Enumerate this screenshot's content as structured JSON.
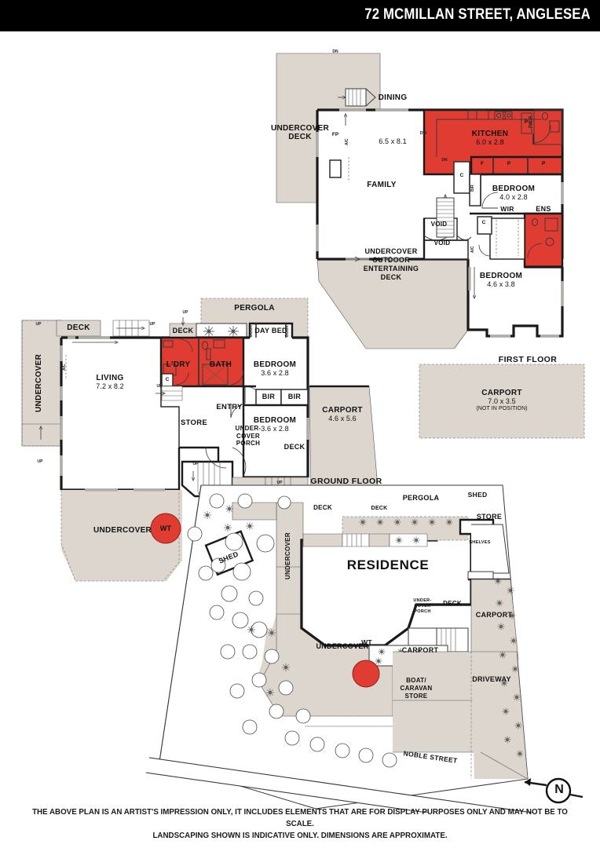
{
  "header": {
    "title": "72 MCMILLAN STREET, ANGLESEA"
  },
  "footer": {
    "line1": "THE ABOVE PLAN IS AN ARTIST'S IMPRESSION ONLY, IT INCLUDES ELEMENTS THAT ARE FOR DISPLAY PURPOSES ONLY AND MAY NOT BE TO SCALE.",
    "line2": "LANDSCAPING SHOWN IS INDICATIVE ONLY. DIMENSIONS ARE APPROXIMATE."
  },
  "colors": {
    "wet_area_red": "#E03C31",
    "outdoor_fill": "#DDD6CF",
    "wall_black": "#1a1a1a",
    "wall_grey": "#b6b3ae",
    "interior_white": "#ffffff",
    "header_black": "#000000"
  },
  "plans": {
    "first_floor": {
      "name": "FIRST FLOOR",
      "rooms": [
        {
          "name": "UNDERCOVER DECK",
          "line1": "UNDERCOVER",
          "line2": "DECK",
          "dim": ""
        },
        {
          "name": "DINING",
          "line1": "DINING",
          "line2": "",
          "dim": "6.5 x 8.1"
        },
        {
          "name": "FAMILY",
          "line1": "FAMILY",
          "line2": "",
          "dim": ""
        },
        {
          "name": "KITCHEN",
          "line1": "KITCHEN",
          "line2": "",
          "dim": "6.0 x 2.8"
        },
        {
          "name": "BEDROOM",
          "line1": "BEDROOM",
          "line2": "",
          "dim": "4.0 x 2.8"
        },
        {
          "name": "BEDROOM",
          "line1": "BEDROOM",
          "line2": "",
          "dim": "4.6 x 3.8"
        },
        {
          "name": "ENS",
          "line1": "ENS",
          "line2": "",
          "dim": ""
        },
        {
          "name": "WIR",
          "line1": "WIR",
          "line2": "",
          "dim": ""
        },
        {
          "name": "UNDERCOVER OUTDOOR ENTERTAINING DECK",
          "line1": "UNDERCOVER\nOUTDOOR\nENTERTAINING\nDECK",
          "line2": "",
          "dim": ""
        }
      ],
      "annotations": [
        "DN",
        "FP",
        "A/C",
        "DW",
        "P",
        "PWDR",
        "F",
        "P",
        "P",
        "C",
        "BIR",
        "C",
        "VOID",
        "VOID",
        "DN",
        "A/C"
      ]
    },
    "ground_floor": {
      "name": "GROUND FLOOR",
      "rooms": [
        {
          "name": "UNDERCOVER",
          "line1": "UNDERCOVER",
          "line2": "",
          "dim": ""
        },
        {
          "name": "DECK",
          "line1": "DECK",
          "line2": "",
          "dim": ""
        },
        {
          "name": "PERGOLA",
          "line1": "PERGOLA",
          "line2": "",
          "dim": ""
        },
        {
          "name": "DECK",
          "line1": "DECK",
          "line2": "",
          "dim": ""
        },
        {
          "name": "DAY BED",
          "line1": "DAY BED",
          "line2": "",
          "dim": ""
        },
        {
          "name": "L'DRY",
          "line1": "L'DRY",
          "line2": "",
          "dim": ""
        },
        {
          "name": "BATH",
          "line1": "BATH",
          "line2": "",
          "dim": ""
        },
        {
          "name": "BEDROOM",
          "line1": "BEDROOM",
          "line2": "",
          "dim": "3.6 x 2.8"
        },
        {
          "name": "BEDROOM",
          "line1": "BEDROOM",
          "line2": "",
          "dim": "3.6 x 2.8"
        },
        {
          "name": "LIVING",
          "line1": "LIVING",
          "line2": "",
          "dim": "7.2 x 8.2"
        },
        {
          "name": "STORE",
          "line1": "STORE",
          "line2": "",
          "dim": ""
        },
        {
          "name": "ENTRY",
          "line1": "ENTRY",
          "line2": "",
          "dim": ""
        },
        {
          "name": "UNDER-COVER PORCH",
          "line1": "UNDER-\nCOVER\nPORCH",
          "line2": "",
          "dim": ""
        },
        {
          "name": "DECK",
          "line1": "DECK",
          "line2": "",
          "dim": ""
        },
        {
          "name": "CARPORT",
          "line1": "CARPORT",
          "line2": "",
          "dim": "4.6 x 5.6"
        },
        {
          "name": "UNDERCOVER",
          "line1": "UNDERCOVER",
          "line2": "",
          "dim": ""
        },
        {
          "name": "WT",
          "line1": "WT",
          "line2": "",
          "dim": ""
        }
      ],
      "annotations": [
        "UP",
        "UP",
        "UP",
        "UP",
        "UP",
        "A/C",
        "C",
        "BIR",
        "BIR",
        "BOOK",
        "BOOK"
      ]
    },
    "detached_carport": {
      "line1": "CARPORT",
      "dim": "7.0 x 3.5",
      "note": "(NOT IN POSITION)"
    },
    "site_plan": {
      "residence": "RESIDENCE",
      "labels": [
        "SHED",
        "DECK",
        "DECK",
        "PERGOLA",
        "SHED",
        "STORE",
        "SHELVES",
        "UNDERCOVER",
        "CARPORT",
        "UNDER-\nCOVER\nPORCH",
        "DECK",
        "UNDERCOVER",
        "WT",
        "CARPORT",
        "BOAT/\nCARAVAN\nSTORE",
        "DRIVEWAY"
      ],
      "street": "NOBLE STREET",
      "compass": "N"
    }
  },
  "first_floor_labels": {
    "undercover_deck": "UNDERCOVER\nDECK",
    "dining": "DINING",
    "dining_dim": "6.5 x 8.1",
    "family": "FAMILY",
    "kitchen": "KITCHEN",
    "kitchen_dim": "6.0 x 2.8",
    "bedroom2": "BEDROOM",
    "bedroom2_dim": "4.0 x 2.8",
    "bedroom1": "BEDROOM",
    "bedroom1_dim": "4.6 x 3.8",
    "ens": "ENS",
    "wir": "WIR",
    "void1": "VOID",
    "void2": "VOID",
    "outdoor_deck": "UNDERCOVER\nOUTDOOR\nENTERTAINING\nDECK",
    "dn1": "DN",
    "dn2": "DN",
    "fp": "FP",
    "ac1": "A/C",
    "ac2": "A/C",
    "dw": "DW",
    "p1": "P",
    "pwdr": "PWDR",
    "f": "F",
    "p2": "P",
    "p3": "P",
    "c1": "C",
    "bir": "BIR",
    "c2": "C",
    "floor_name": "FIRST FLOOR"
  },
  "ground_floor_labels": {
    "undercover": "UNDERCOVER",
    "deck_tl": "DECK",
    "pergola": "PERGOLA",
    "deck_mid": "DECK",
    "daybed": "DAY BED",
    "book1": "BOOK",
    "book2": "BOOK",
    "ldry": "L'DRY",
    "bath": "BATH",
    "bed_top": "BEDROOM",
    "bed_top_dim": "3.6 x 2.8",
    "bed_bot": "BEDROOM",
    "bed_bot_dim": "3.6 x 2.8",
    "bir1": "BIR",
    "bir2": "BIR",
    "living": "LIVING",
    "living_dim": "7.2 x 8.2",
    "store": "STORE",
    "entry": "ENTRY",
    "porch": "UNDER-\nCOVER\nPORCH",
    "deck_br": "DECK",
    "carport": "CARPORT",
    "carport_dim": "4.6 x 5.6",
    "undercover_bot": "UNDERCOVER",
    "wt": "WT",
    "c": "C",
    "ac": "A/C",
    "up1": "UP",
    "up2": "UP",
    "up3": "UP",
    "up4": "UP",
    "up5": "UP",
    "up6": "UP",
    "up7": "UP",
    "floor_name": "GROUND FLOOR"
  },
  "carport_detached": {
    "title": "CARPORT",
    "dim": "7.0 x 3.5",
    "note": "(NOT IN POSITION)"
  },
  "site_labels": {
    "residence": "RESIDENCE",
    "shed_left": "SHED",
    "shed_right": "SHED",
    "deck1": "DECK",
    "deck2": "DECK",
    "deck3": "DECK",
    "pergola": "PERGOLA",
    "store": "STORE",
    "shelves": "SHELVES",
    "undercover_left": "UNDERCOVER",
    "undercover_bottom": "UNDERCOVER",
    "carport_right": "CARPORT",
    "carport_bottom": "CARPORT",
    "porch": "UNDER-\nCOVER\nPORCH",
    "wt": "WT",
    "boat": "BOAT/\nCARAVAN\nSTORE",
    "driveway": "DRIVEWAY",
    "street": "NOBLE STREET",
    "compass": "N"
  }
}
